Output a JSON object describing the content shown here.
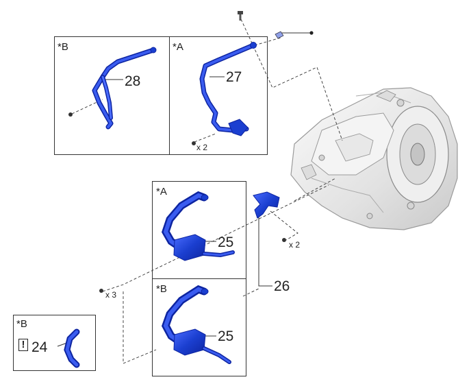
{
  "labels": {
    "panel_b_top": "*B",
    "panel_a_top": "*A",
    "panel_a_mid": "*A",
    "panel_b_mid": "*B",
    "panel_b_small": "*B"
  },
  "parts": {
    "p28": "28",
    "p27": "27",
    "p25a": "25",
    "p25b": "25",
    "p26": "26",
    "p24": "24"
  },
  "quantities": {
    "bolts_27": "x 2",
    "bolts_26": "x 2",
    "bolts_25": "x 3"
  },
  "warning_symbol": "!",
  "colors": {
    "part_blue": "#1b3fd0",
    "part_blue_dark": "#0d24a0",
    "housing_gray": "#e6e6e6",
    "line": "#333333"
  }
}
